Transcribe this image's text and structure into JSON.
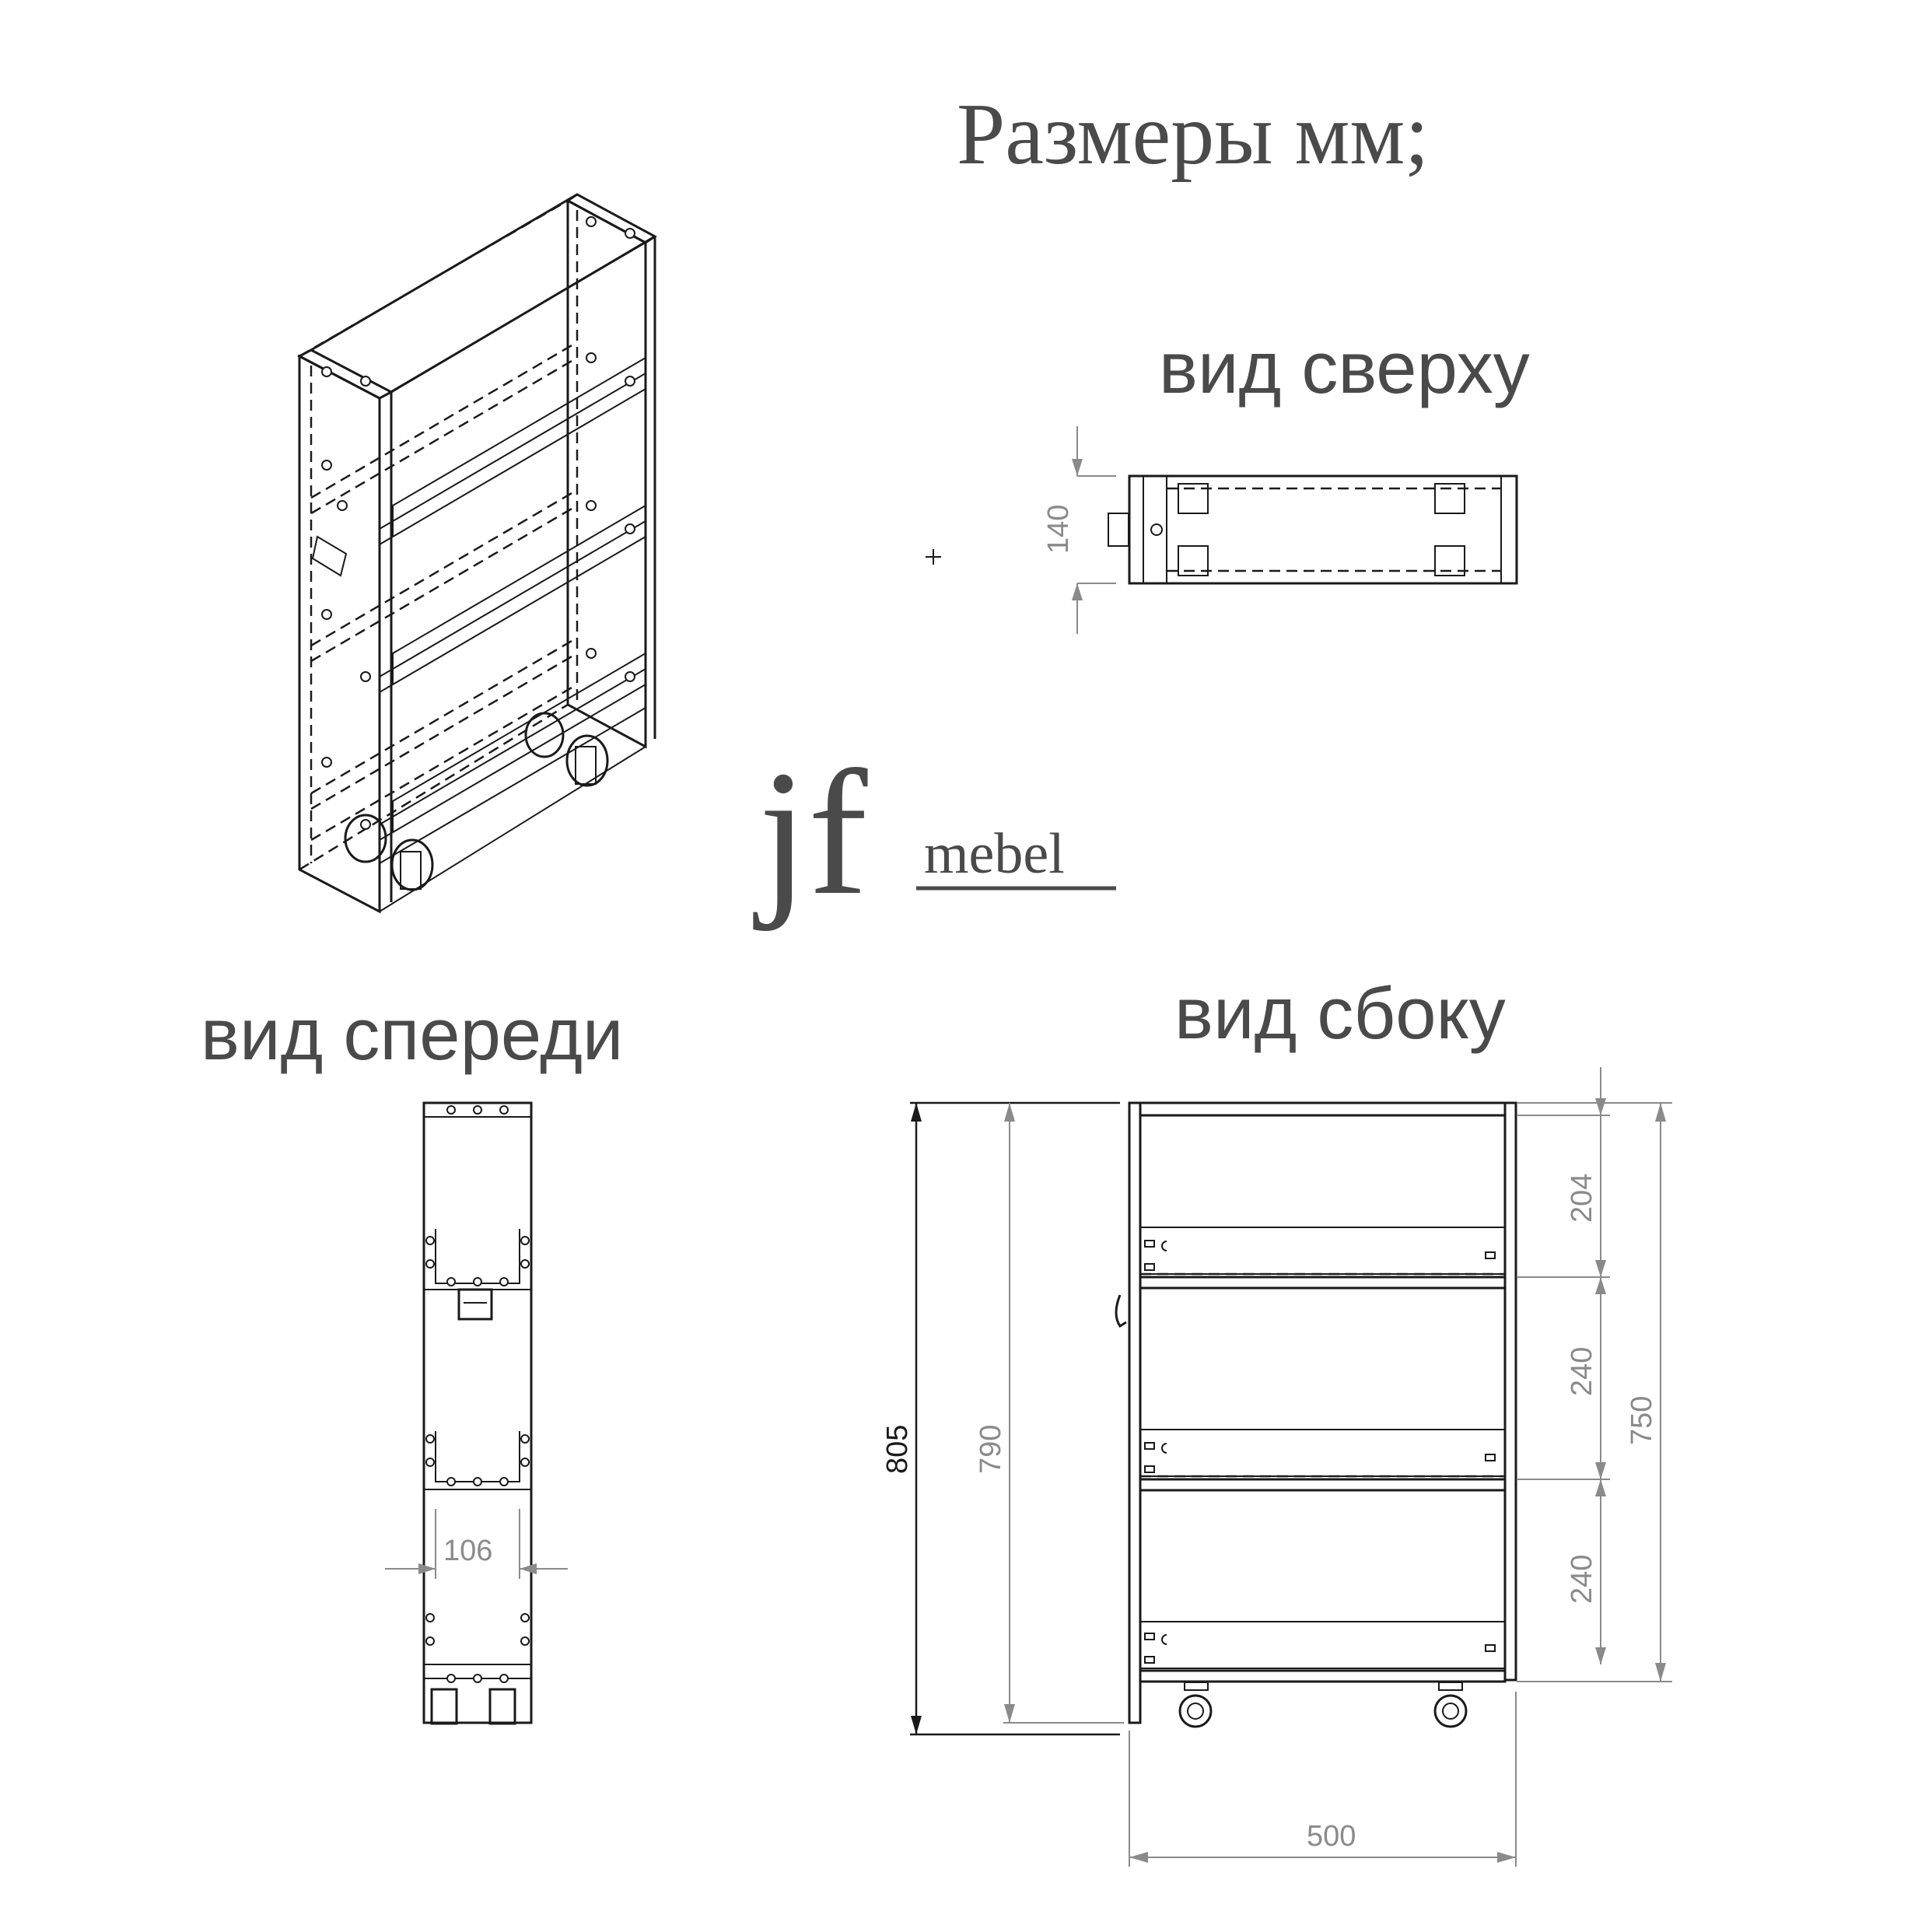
{
  "title": "Размеры мм;",
  "views": {
    "top": "вид сверху",
    "front": "вид спереди",
    "side": "вид сбоку"
  },
  "logo": {
    "main": "jf",
    "sub": "mebel"
  },
  "dimensions": {
    "top_depth": "140",
    "front_width": "106",
    "overall_height": "805",
    "body_height": "790",
    "shelf_1": "204",
    "shelf_2": "240",
    "shelf_3": "240",
    "frame_height": "750",
    "depth": "500"
  }
}
